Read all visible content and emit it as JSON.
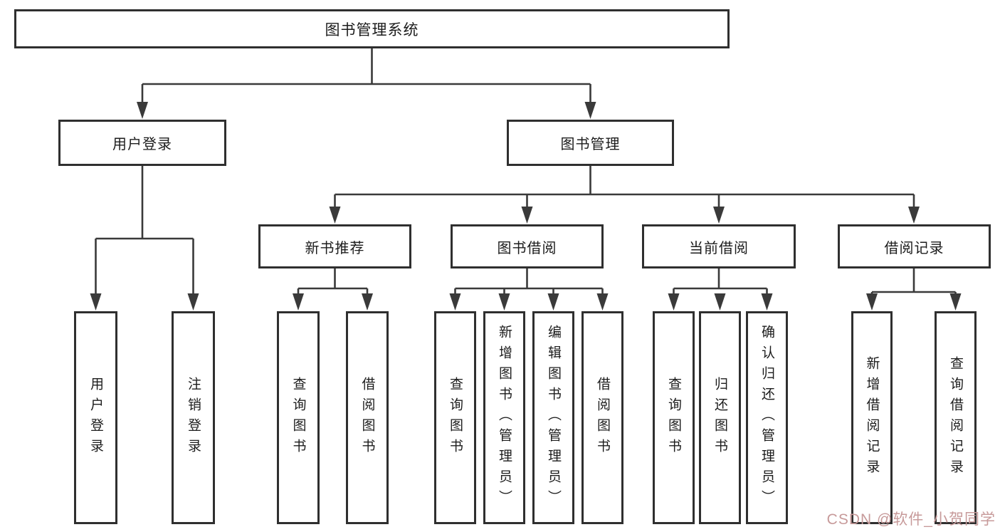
{
  "diagram": {
    "title": "图书管理系统",
    "branches": [
      {
        "label": "用户登录",
        "children": [
          {
            "label": "用户登录"
          },
          {
            "label": "注销登录"
          }
        ]
      },
      {
        "label": "图书管理",
        "children": [
          {
            "label": "新书推荐",
            "children": [
              {
                "label": "查询图书"
              },
              {
                "label": "借阅图书"
              }
            ]
          },
          {
            "label": "图书借阅",
            "children": [
              {
                "label": "查询图书"
              },
              {
                "label": "新增图书（管理员）"
              },
              {
                "label": "编辑图书（管理员）"
              },
              {
                "label": "借阅图书"
              }
            ]
          },
          {
            "label": "当前借阅",
            "children": [
              {
                "label": "查询图书"
              },
              {
                "label": "归还图书"
              },
              {
                "label": "确认归还（管理员）"
              }
            ]
          },
          {
            "label": "借阅记录",
            "children": [
              {
                "label": "新增借阅记录"
              },
              {
                "label": "查询借阅记录"
              }
            ]
          }
        ]
      }
    ]
  },
  "watermark": {
    "text": "CSDN @软件_小贺同学",
    "color": "#c79a9a"
  },
  "colors": {
    "box_border": "#2f2f2f",
    "connector_line": "#3a3a3a",
    "text": "#1c1c1c",
    "background": "#ffffff"
  }
}
